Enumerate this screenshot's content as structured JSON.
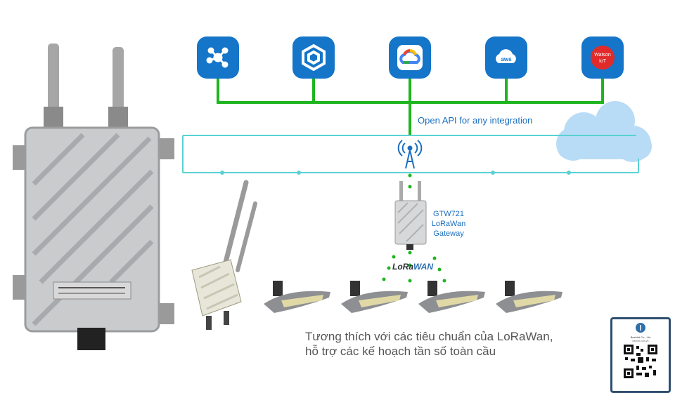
{
  "integrations": [
    {
      "name": "network-hub",
      "icon": "hub-icon",
      "color": "#1475c9"
    },
    {
      "name": "hexagon-platform",
      "icon": "hexagon-icon",
      "color": "#1475c9"
    },
    {
      "name": "google-cloud",
      "icon": "google-cloud-icon",
      "color": "#1475c9"
    },
    {
      "name": "aws",
      "icon": "aws-cloud-icon",
      "label": "aws",
      "color": "#1475c9"
    },
    {
      "name": "watson-iot",
      "icon": "watson-iot-icon",
      "label_line1": "Watson",
      "label_line2": "IoT",
      "color": "#e12b2b"
    }
  ],
  "api_label": "Open API for any integration",
  "gateway": {
    "line1": "GTW721",
    "line2": "LoRaWan",
    "line3": "Gateway"
  },
  "lorawan_badge": {
    "part1": "LoRa",
    "part2": "WAN"
  },
  "caption": {
    "line1": "Tương thích với các tiêu chuẩn của LoRaWan,",
    "line2": "hỗ trợ các kế hoạch tần số toàn cầu"
  },
  "qr_card": {
    "company": "BeeNet Co., Ltd",
    "subtitle": "beenet.com.vn"
  },
  "colors": {
    "green_bus": "#1fb51f",
    "teal_line": "#5ad2d2",
    "cloud": "#b9dcf6",
    "icon_blue": "#1475c9",
    "label_blue": "#1b6fbf"
  }
}
